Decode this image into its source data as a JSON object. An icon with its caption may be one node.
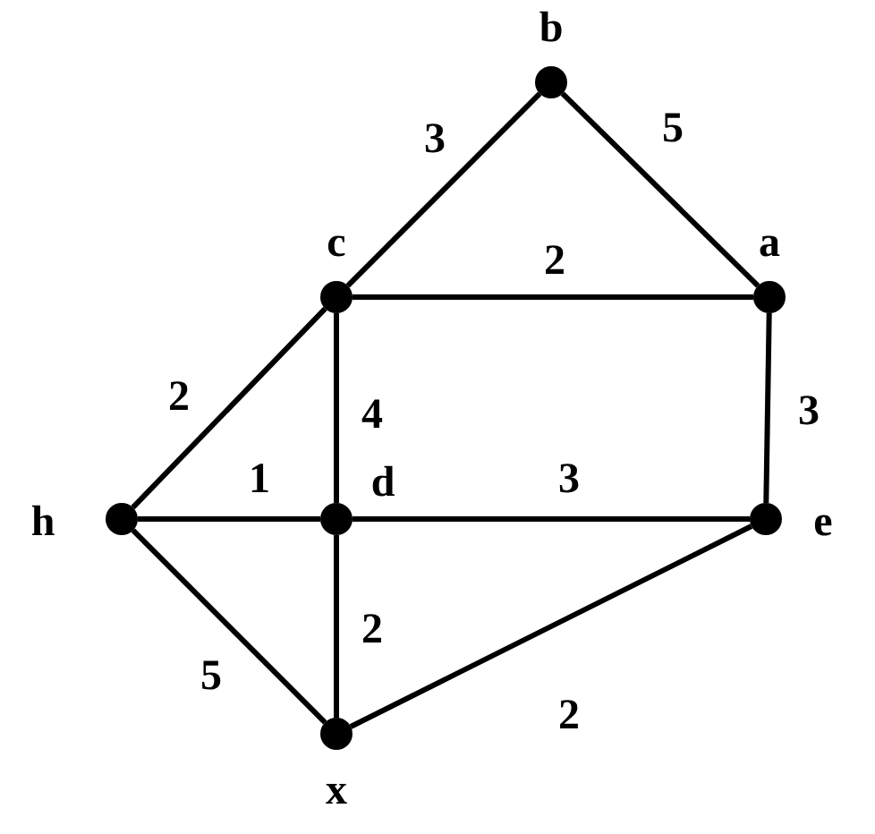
{
  "diagram": {
    "nodes": [
      {
        "text": [],
        "shape": "circle",
        "beside": [
          "b"
        ]
      },
      {
        "text": [],
        "shape": "circle",
        "beside": [
          "c"
        ]
      },
      {
        "text": [],
        "shape": "circle",
        "beside": [
          "a"
        ]
      },
      {
        "text": [],
        "shape": "circle",
        "beside": [
          "h"
        ]
      },
      {
        "text": [],
        "shape": "circle",
        "beside": [
          "d"
        ]
      },
      {
        "text": [],
        "shape": "circle",
        "beside": [
          "e"
        ]
      },
      {
        "text": [],
        "shape": "circle",
        "beside": [
          "x"
        ]
      }
    ],
    "edges": [
      {
        "from": 0,
        "to": 1,
        "arrow": "none",
        "label": "3"
      },
      {
        "from": 0,
        "to": 2,
        "arrow": "none",
        "label": "5"
      },
      {
        "from": 1,
        "to": 2,
        "arrow": "none",
        "label": "2"
      },
      {
        "from": 1,
        "to": 3,
        "arrow": "none",
        "label": "2"
      },
      {
        "from": 1,
        "to": 4,
        "arrow": "none",
        "label": "4"
      },
      {
        "from": 2,
        "to": 5,
        "arrow": "none",
        "label": "3"
      },
      {
        "from": 3,
        "to": 4,
        "arrow": "none",
        "label": "1"
      },
      {
        "from": 4,
        "to": 5,
        "arrow": "none",
        "label": "3"
      },
      {
        "from": 3,
        "to": 6,
        "arrow": "none",
        "label": "5"
      },
      {
        "from": 4,
        "to": 6,
        "arrow": "none",
        "label": "2"
      },
      {
        "from": 6,
        "to": 5,
        "arrow": "none",
        "label": "2"
      }
    ]
  }
}
